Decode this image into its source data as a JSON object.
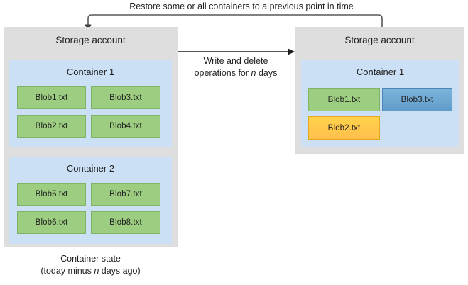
{
  "diagram": {
    "title_label": "Restore some or all containers to a previous point in time",
    "flow_label_line1": "Write and delete",
    "flow_label_line2_pre": "operations for ",
    "flow_label_italic": "n",
    "flow_label_line2_post": " days",
    "caption_line1": "Container state",
    "caption_line2_pre": "(today minus ",
    "caption_italic": "n",
    "caption_line2_post": " days ago)"
  },
  "left_account": {
    "title": "Storage account",
    "containers": [
      {
        "name": "Container 1",
        "blobs": [
          {
            "label": "Blob1.txt",
            "state": "green"
          },
          {
            "label": "Blob3.txt",
            "state": "green"
          },
          {
            "label": "Blob2.txt",
            "state": "green"
          },
          {
            "label": "Blob4.txt",
            "state": "green"
          }
        ]
      },
      {
        "name": "Container 2",
        "blobs": [
          {
            "label": "Blob5.txt",
            "state": "green"
          },
          {
            "label": "Blob7.txt",
            "state": "green"
          },
          {
            "label": "Blob6.txt",
            "state": "green"
          },
          {
            "label": "Blob8.txt",
            "state": "green"
          }
        ]
      }
    ]
  },
  "right_account": {
    "title": "Storage account",
    "containers": [
      {
        "name": "Container 1",
        "blobs": [
          {
            "label": "Blob1.txt",
            "state": "green"
          },
          {
            "label": "Blob3.txt",
            "state": "blue"
          },
          {
            "label": "Blob2.txt",
            "state": "amber"
          }
        ]
      }
    ]
  },
  "colors": {
    "panel_gray": "#dedede",
    "container_blue": "#cce0f5",
    "blob_green": "#9ccd80",
    "blob_blue": "#5f9ccb",
    "blob_amber": "#ffc04c",
    "arrow_stroke": "#595959",
    "flow_arrow_stroke": "#1f1f1f"
  }
}
